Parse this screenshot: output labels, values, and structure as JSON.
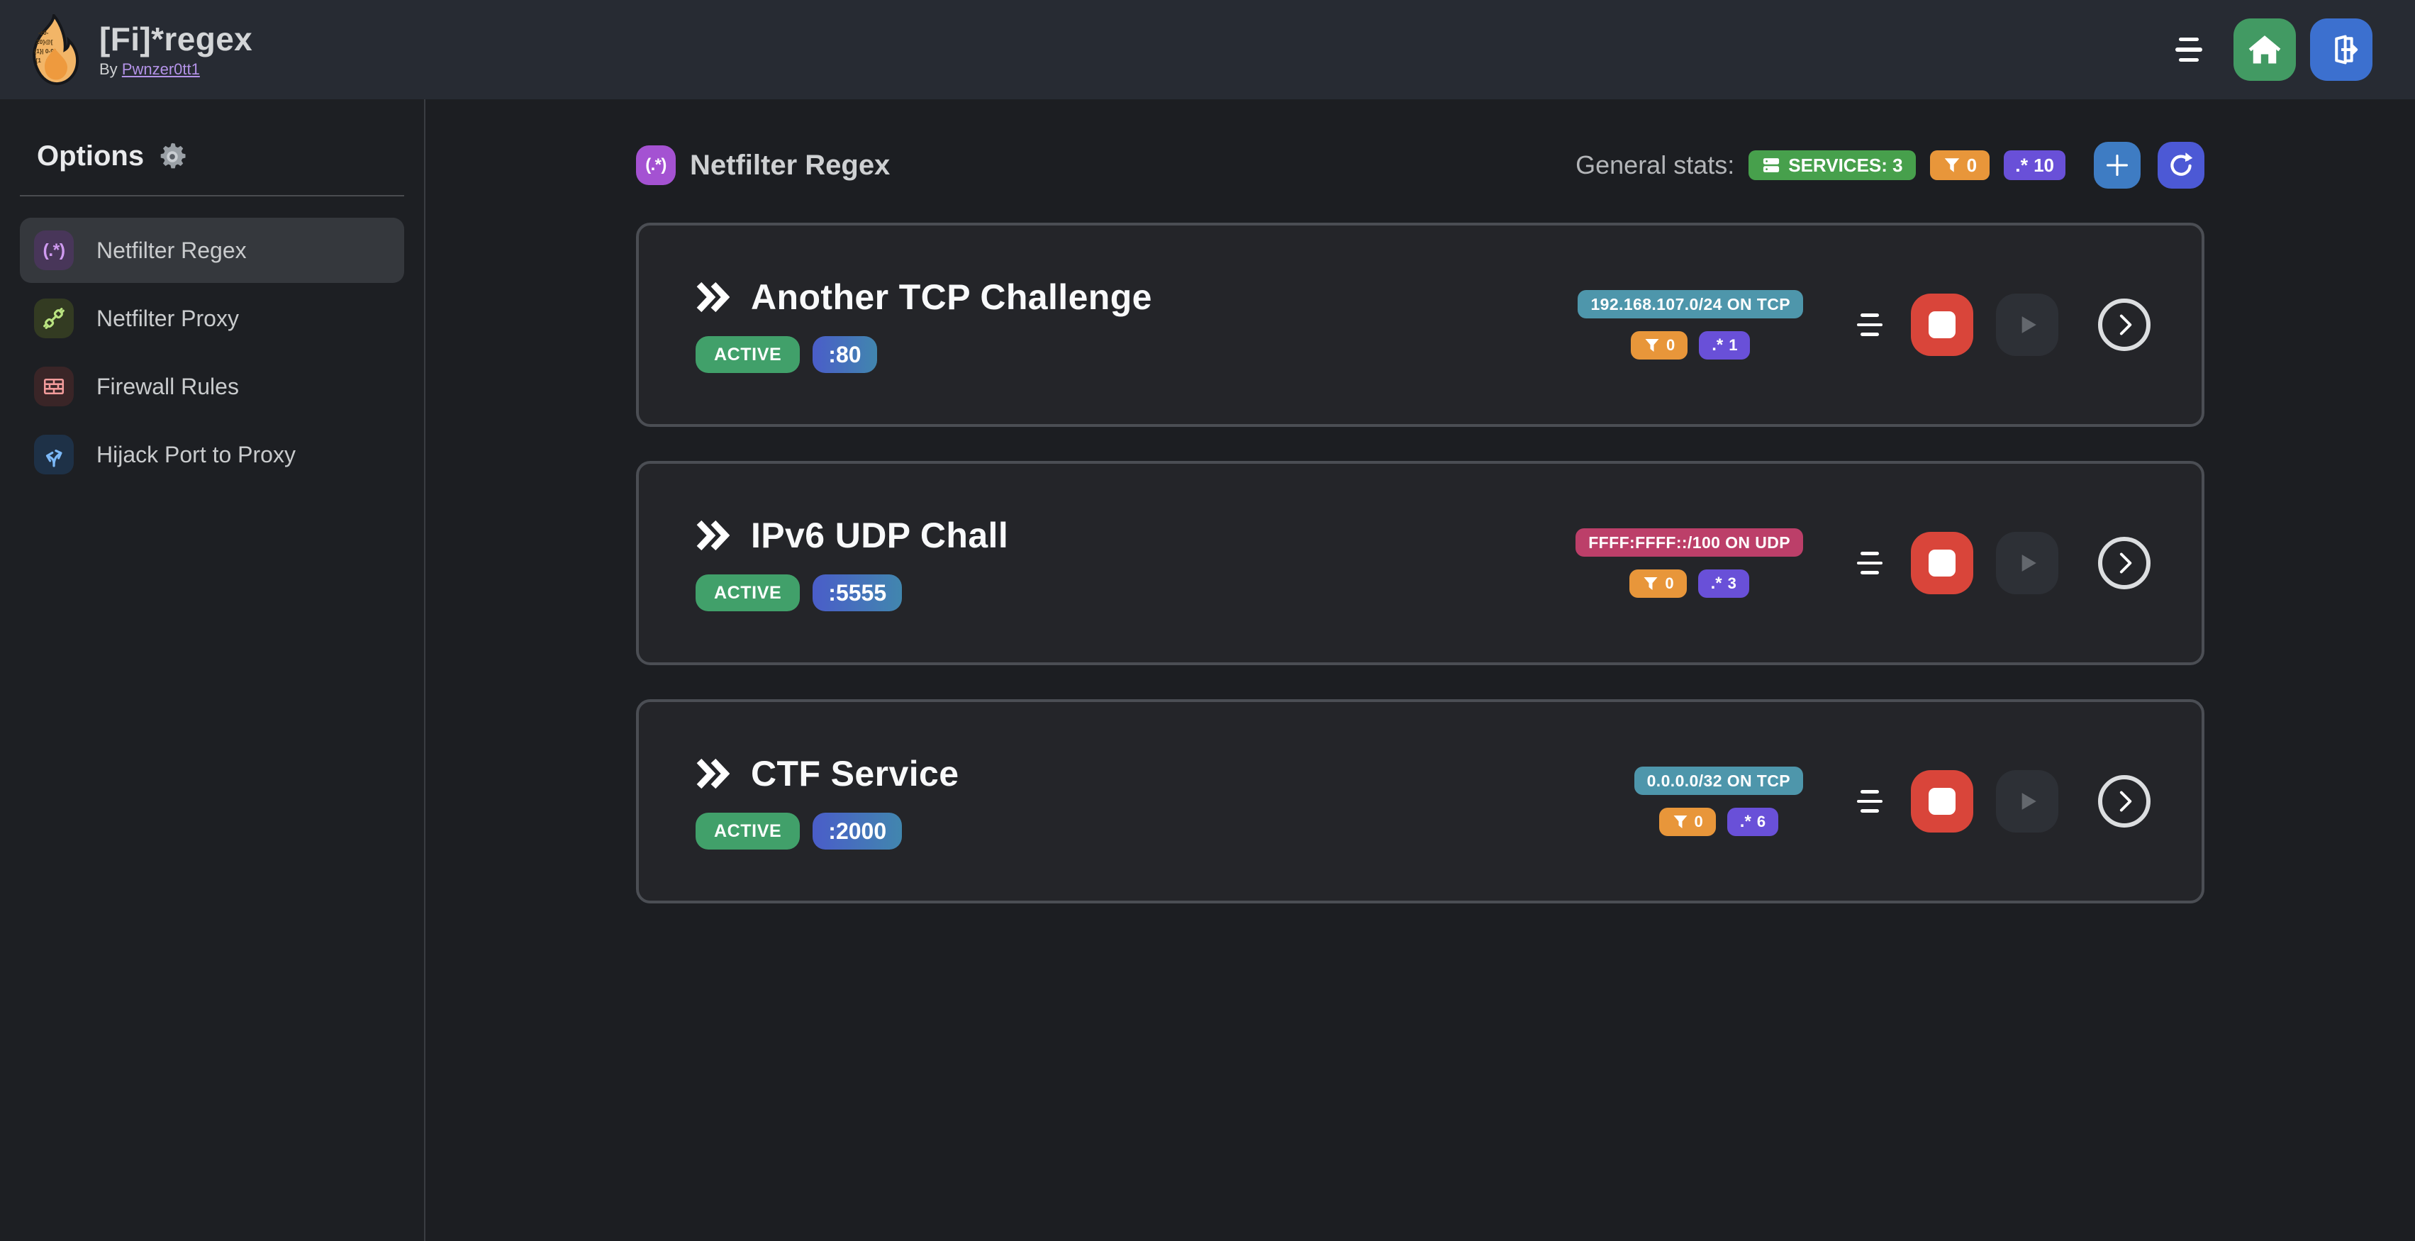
{
  "navbar": {
    "title": "[Fi]*regex",
    "byline_prefix": "By",
    "byline_link": "Pwnzer0tt1"
  },
  "sidebar": {
    "heading": "Options",
    "items": [
      {
        "label": "Netfilter Regex",
        "icon": "regex-icon",
        "active": true
      },
      {
        "label": "Netfilter Proxy",
        "icon": "proxy-plug-icon",
        "active": false
      },
      {
        "label": "Firewall Rules",
        "icon": "firewall-brick-icon",
        "active": false
      },
      {
        "label": "Hijack Port to Proxy",
        "icon": "split-arrows-icon",
        "active": false
      }
    ],
    "regex_icon_glyph": "(.*)"
  },
  "main": {
    "section_icon_glyph": "(.*)",
    "section_title": "Netfilter Regex",
    "stats_label": "General stats:",
    "stats": {
      "services": "SERVICES: 3",
      "filters": "0",
      "regexes": "10"
    },
    "services": [
      {
        "title": "Another TCP Challenge",
        "status": "ACTIVE",
        "port": ":80",
        "net": "192.168.107.0/24 ON TCP",
        "net_color": "teal",
        "filters": "0",
        "regexes": "1"
      },
      {
        "title": "IPv6 UDP Chall",
        "status": "ACTIVE",
        "port": ":5555",
        "net": "FFFF:FFFF::/100 ON UDP",
        "net_color": "pink",
        "filters": "0",
        "regexes": "3"
      },
      {
        "title": "CTF Service",
        "status": "ACTIVE",
        "port": ":2000",
        "net": "0.0.0.0/32 ON TCP",
        "net_color": "teal",
        "filters": "0",
        "regexes": "6"
      }
    ],
    "colors": {
      "teal": "#4e96ab",
      "pink": "#bc3f69",
      "green": "#47a04c",
      "orange": "#e8963a",
      "purple": "#6950d8"
    }
  }
}
